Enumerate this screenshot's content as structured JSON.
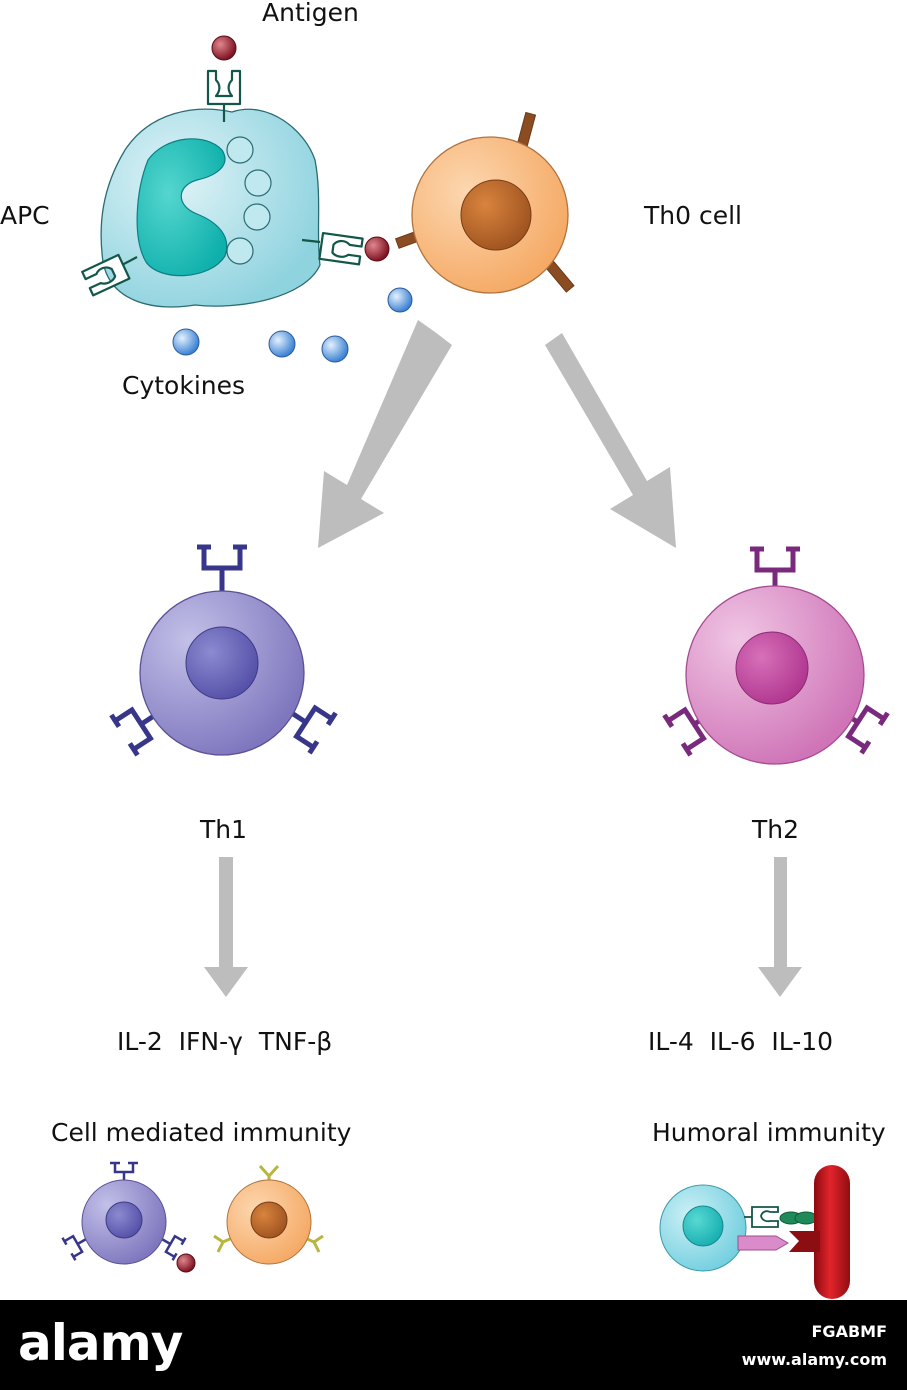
{
  "labels": {
    "antigen": "Antigen",
    "apc": "APC",
    "th0": "Th0 cell",
    "cytokines": "Cytokines",
    "th1": "Th1",
    "th2": "Th2",
    "th1_cytokines": "IL-2  IFN-γ  TNF-β",
    "th2_cytokines": "IL-4  IL-6  IL-10",
    "cell_immunity": "Cell mediated immunity",
    "humoral_immunity": "Humoral immunity"
  },
  "footer": {
    "logo": "alamy",
    "image_id": "FGABMF",
    "url": "www.alamy.com"
  },
  "colors": {
    "apc": "#a9dde6",
    "nucleus_apc": "#1cbab7",
    "th0": "#f7b57a",
    "th1": "#8c85c6",
    "th2": "#d47fbf",
    "arrow": "#bdbdbd",
    "receptor_th1": "#37368a",
    "receptor_th2": "#7a2a7c",
    "antigen": "#8e1c2c",
    "cytokine": "#4d8fd9",
    "rbc": "#c4161c"
  }
}
